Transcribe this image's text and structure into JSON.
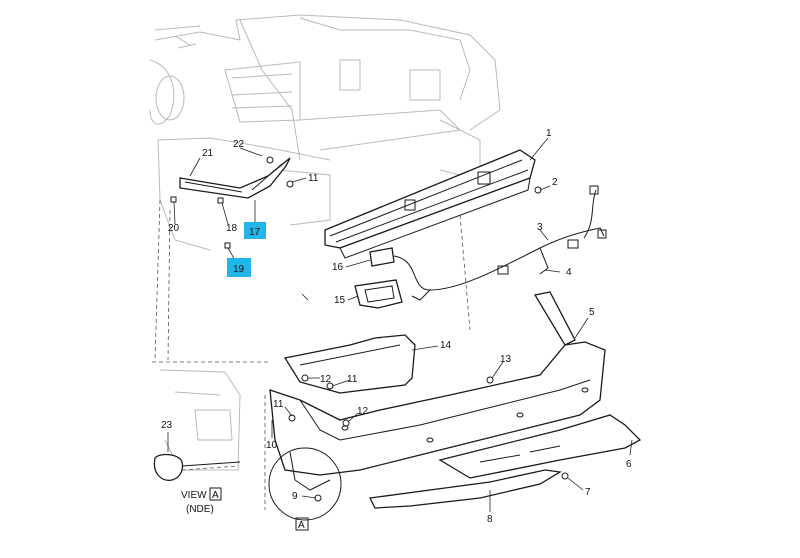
{
  "diagram": {
    "callouts": [
      {
        "id": "c1",
        "text": "1"
      },
      {
        "id": "c2",
        "text": "2"
      },
      {
        "id": "c3",
        "text": "3"
      },
      {
        "id": "c4",
        "text": "4"
      },
      {
        "id": "c5",
        "text": "5"
      },
      {
        "id": "c6",
        "text": "6"
      },
      {
        "id": "c7",
        "text": "7"
      },
      {
        "id": "c8",
        "text": "8"
      },
      {
        "id": "c9",
        "text": "9"
      },
      {
        "id": "c10",
        "text": "10"
      },
      {
        "id": "c11a",
        "text": "11"
      },
      {
        "id": "c11b",
        "text": "11"
      },
      {
        "id": "c11c",
        "text": "11"
      },
      {
        "id": "c12a",
        "text": "12"
      },
      {
        "id": "c12b",
        "text": "12"
      },
      {
        "id": "c13",
        "text": "13"
      },
      {
        "id": "c14",
        "text": "14"
      },
      {
        "id": "c15",
        "text": "15"
      },
      {
        "id": "c16",
        "text": "16"
      },
      {
        "id": "c17",
        "text": "17"
      },
      {
        "id": "c18",
        "text": "18"
      },
      {
        "id": "c19",
        "text": "19"
      },
      {
        "id": "c20",
        "text": "20"
      },
      {
        "id": "c21",
        "text": "21"
      },
      {
        "id": "c22",
        "text": "22"
      },
      {
        "id": "c23",
        "text": "23"
      }
    ],
    "highlight_color": "#22b5e8",
    "view_label": "VIEW",
    "view_letter": "A",
    "view_sub": "(NDE)",
    "detail_letter": "A"
  }
}
